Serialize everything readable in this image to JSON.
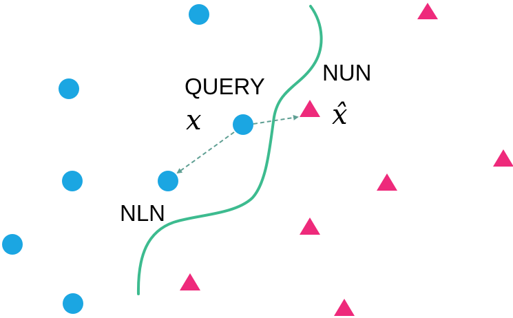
{
  "labels": {
    "query": "QUERY",
    "query_var": "x",
    "nun": "NUN",
    "nun_var": "x̂",
    "nln": "NLN"
  },
  "colors": {
    "circle_class": "#1ba6e2",
    "triangle_class": "#ee2a7b",
    "decision_boundary": "#3dbb8f",
    "neighbor_arrow": "#5f9f93"
  },
  "legend": {
    "circle_marker": "circle",
    "triangle_marker": "triangle"
  }
}
